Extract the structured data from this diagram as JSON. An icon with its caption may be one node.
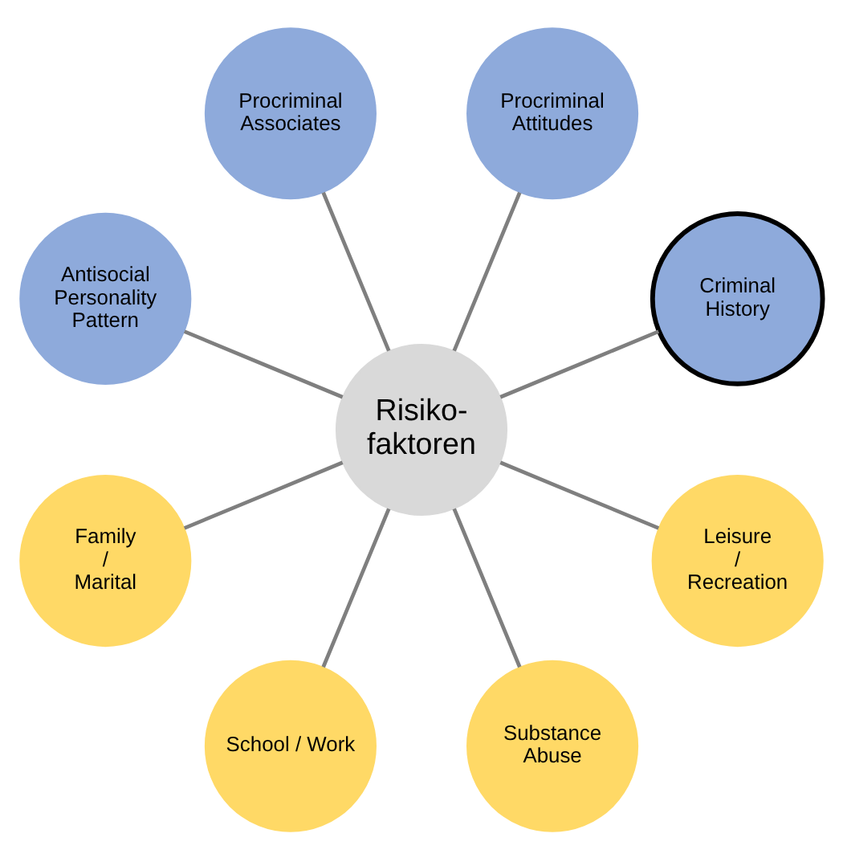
{
  "diagram": {
    "nodes": [
      {
        "text": [
          "Risiko- faktoren"
        ]
      },
      {
        "text": [
          "Criminal History"
        ]
      },
      {
        "text": [
          "Procriminal Attitudes"
        ]
      },
      {
        "text": [
          "Procriminal Associates"
        ]
      },
      {
        "text": [
          "Antisocial Personality Pattern"
        ]
      },
      {
        "text": [
          "Family / Marital"
        ]
      },
      {
        "text": [
          "School / Work"
        ]
      },
      {
        "text": [
          "Substance Abuse"
        ]
      },
      {
        "text": [
          "Leisure / Recreation"
        ]
      }
    ],
    "edges": [
      {
        "from": 0,
        "to": 1,
        "arrow": "none"
      },
      {
        "from": 0,
        "to": 2,
        "arrow": "none"
      },
      {
        "from": 0,
        "to": 3,
        "arrow": "none"
      },
      {
        "from": 0,
        "to": 4,
        "arrow": "none"
      },
      {
        "from": 0,
        "to": 5,
        "arrow": "none"
      },
      {
        "from": 0,
        "to": 6,
        "arrow": "none"
      },
      {
        "from": 0,
        "to": 7,
        "arrow": "none"
      },
      {
        "from": 0,
        "to": 8,
        "arrow": "none"
      }
    ]
  }
}
